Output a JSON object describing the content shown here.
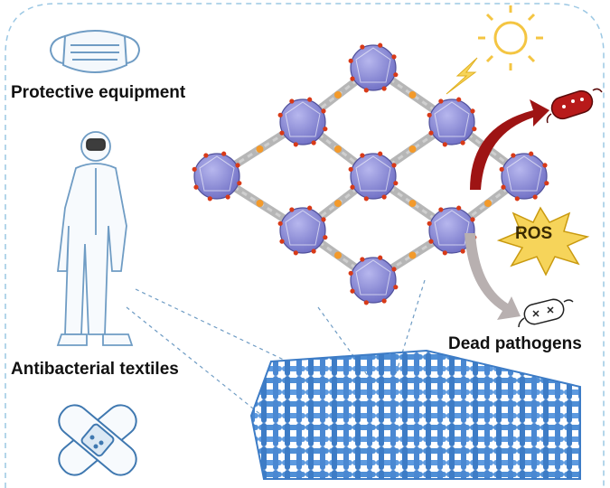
{
  "labels": {
    "protective_equipment": "Protective equipment",
    "antibacterial_textiles": "Antibacterial textiles",
    "dead_pathogens": "Dead pathogens",
    "ros": "ROS"
  },
  "icons": {
    "mask": "face-mask-icon",
    "suit": "protective-suit-icon",
    "bandage": "bandage-icon",
    "sun": "sun-icon",
    "lightning": "lightning-icon",
    "live_bacterium": "bacterium-icon",
    "dead_bacterium": "dead-bacterium-icon",
    "ros_burst": "ros-burst-icon",
    "framework": "mof-framework-icon",
    "fabric": "woven-fabric-icon"
  },
  "colors": {
    "border": "#9cc8e4",
    "line_art": "#6f9cc4",
    "cluster": "#8e8ed6",
    "linker": "#7c7c7c",
    "oxygen": "#d83a18",
    "metal_node": "#f39a2b",
    "fabric": "#4f8fd6",
    "sun": "#f4c542",
    "ros_fill": "#f6d45a",
    "red_arrow": "#9e1414",
    "gray_arrow": "#b8b0b0",
    "bacterium": "#b81a1a"
  }
}
